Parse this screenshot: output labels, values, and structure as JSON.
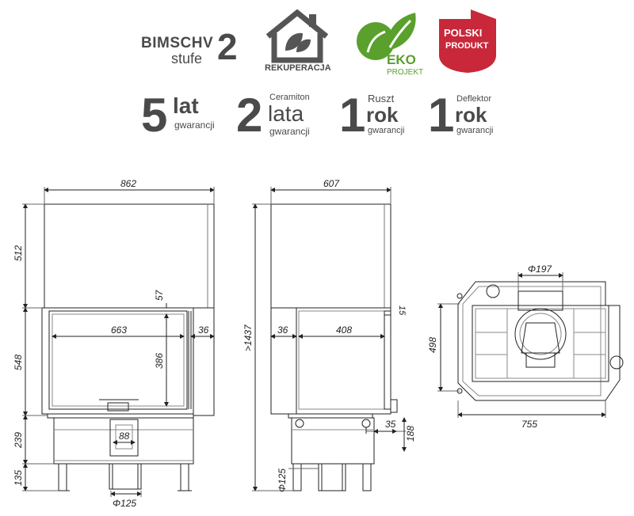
{
  "badges": {
    "bimsch": {
      "line1": "BIMSCHV",
      "line2": "stufe",
      "num": "2"
    },
    "rekuperacja": {
      "label": "REKUPERACJA"
    },
    "eko": {
      "line1": "EKO",
      "line2": "PROJEKT",
      "color": "#5aa02c"
    },
    "polski": {
      "line1": "POLSKI",
      "line2": "PRODUKT",
      "color": "#c8283a"
    }
  },
  "warranties": [
    {
      "num": "5",
      "word": "lat",
      "top": "",
      "sub": "gwarancji"
    },
    {
      "num": "2",
      "word": "lata",
      "top": "Ceramiton",
      "sub": "gwarancji"
    },
    {
      "num": "1",
      "word": "rok",
      "top": "Ruszt",
      "sub": "gwarancji"
    },
    {
      "num": "1",
      "word": "rok",
      "top": "Deflektor",
      "sub": "gwarancji"
    }
  ],
  "dimensions": {
    "front_width": "862",
    "front_top_h": "512",
    "front_door_h": "548",
    "front_base_h": "239",
    "front_leg_h": "135",
    "front_gap": "57",
    "front_glass_w": "663",
    "front_glass_h": "386",
    "front_side": "36",
    "front_inlet": "88",
    "front_outlet": "Φ125",
    "side_width": "607",
    "side_total": ">1437",
    "side_glass_w": "408",
    "side_offset": "36",
    "side_small": "15",
    "side_35": "35",
    "side_188": "188",
    "side_outlet": "Φ125",
    "top_flue": "Φ197",
    "top_depth": "498",
    "top_width": "755"
  }
}
